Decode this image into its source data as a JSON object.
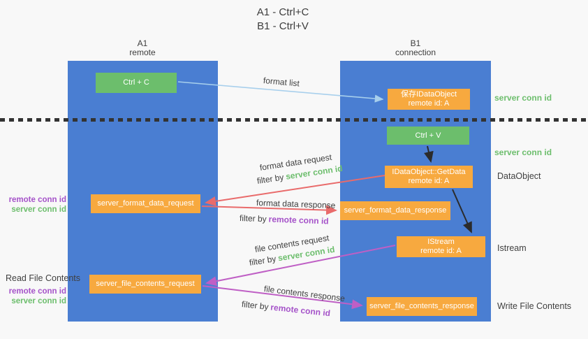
{
  "title": {
    "line1": "A1 - Ctrl+C",
    "line2": "B1 - Ctrl+V"
  },
  "columns": {
    "a1": {
      "id": "A1",
      "subtitle": "remote"
    },
    "b1": {
      "id": "B1",
      "subtitle": "connection"
    }
  },
  "nodes": {
    "ctrl_c": {
      "label": "Ctrl + C"
    },
    "ctrl_v": {
      "label": "Ctrl + V"
    },
    "save_dataobject": {
      "line1": "保存IDataObject",
      "line2": "remote id: A"
    },
    "getdata": {
      "line1": "IDataObject::GetData",
      "line2": "remote id: A"
    },
    "istream": {
      "line1": "IStream",
      "line2": "remote id: A"
    },
    "server_format_data_request": {
      "label": "server_format_data_request"
    },
    "server_format_data_response": {
      "label": "server_format_data_response"
    },
    "server_file_contents_request": {
      "label": "server_file_contents_request"
    },
    "server_file_contents_response": {
      "label": "server_file_contents_response"
    }
  },
  "arrow_labels": {
    "format_list": "format list",
    "format_data_request": "format data request",
    "format_data_response": "format data response",
    "file_contents_request": "file contents request",
    "file_contents_response": "file contents response",
    "filter_by": "filter by",
    "server_conn_id": "server conn id",
    "remote_conn_id": "remote conn id"
  },
  "side_labels": {
    "server_conn_id": "server conn id",
    "remote_conn_id": "remote conn id",
    "dataobject": "DataObject",
    "istream": "Istream",
    "read_file_contents": "Read File Contents",
    "write_file_contents": "Write File Contents"
  },
  "colors": {
    "column_blue": "#4a7ed2",
    "box_green": "#6cbe6c",
    "box_orange": "#f7a93f",
    "text_green": "#6dbe6d",
    "text_purple": "#a553c9",
    "arrow_red": "#e96b6b",
    "arrow_magenta": "#bf5fc5",
    "arrow_light_blue": "#a7cfec",
    "arrow_black": "#2b2b2b",
    "text_dark": "#3f3f3f"
  }
}
